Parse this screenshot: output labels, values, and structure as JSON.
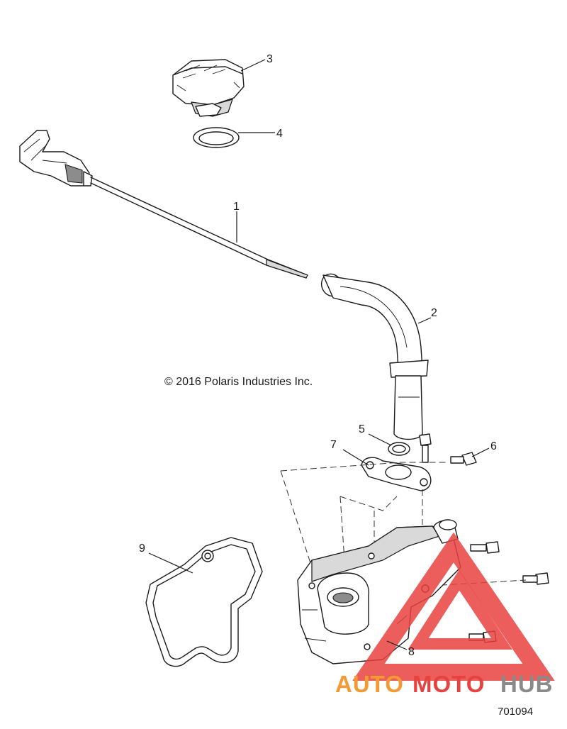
{
  "copyright": "© 2016 Polaris Industries Inc.",
  "figure_number": "701094",
  "callouts": [
    "1",
    "2",
    "3",
    "4",
    "5",
    "6",
    "7",
    "8",
    "9"
  ],
  "watermark": {
    "auto": "AUTO",
    "moto": "MOTO",
    "hub": "HUB",
    "orange": "#f39a33",
    "red": "#e8423f",
    "gray": "#8a8a8a"
  }
}
